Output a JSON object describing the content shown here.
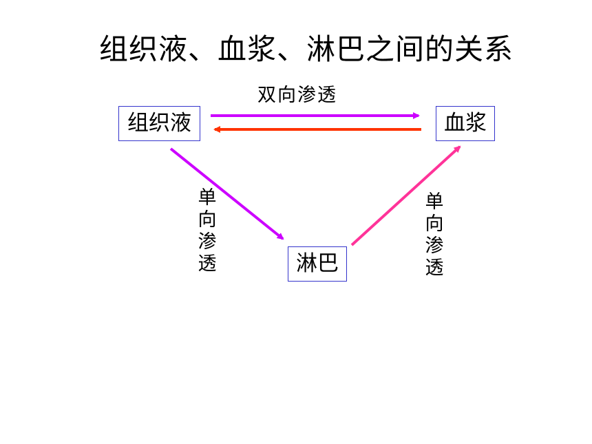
{
  "title": "组织液、血浆、淋巴之间的关系",
  "nodes": {
    "tissue_fluid": "组织液",
    "plasma": "血浆",
    "lymph": "淋巴"
  },
  "edges": {
    "bidirectional": "双向渗透",
    "tissue_to_lymph": "单向渗透",
    "lymph_to_plasma": "单向渗透"
  },
  "colors": {
    "arrow_tissue_to_plasma": "#cc00ff",
    "arrow_plasma_to_tissue": "#ff3300",
    "arrow_tissue_to_lymph": "#cc00ff",
    "arrow_lymph_to_plasma": "#ff3399",
    "node_border": "#3333cc"
  }
}
